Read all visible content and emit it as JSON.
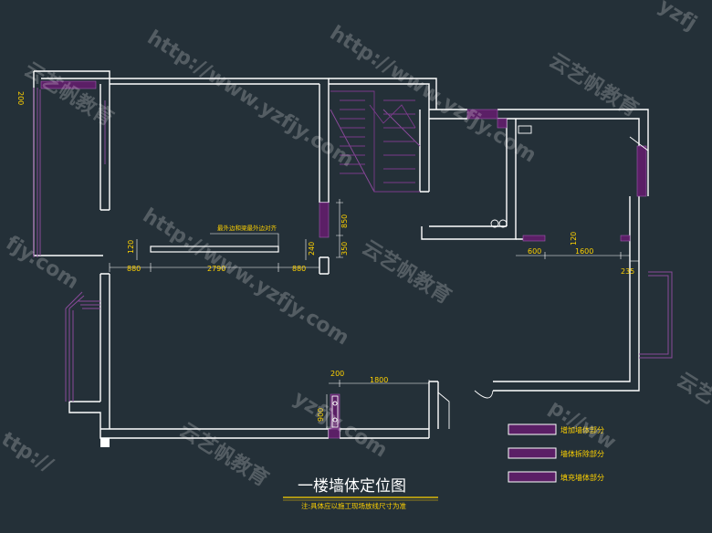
{
  "plan": {
    "title": "一楼墙体定位图",
    "note": "注:具体应以施工现场放线尺寸为准",
    "colors": {
      "background": "#243038",
      "wall": "#ffffff",
      "new_wall": "#5b1f66",
      "dim": "#ffd200"
    }
  },
  "annotations": {
    "beam_note": "最外边和梁最外边对齐",
    "top_left_dim": "200"
  },
  "dims": {
    "d880_left": "880",
    "d2790": "2790",
    "d880_right": "880",
    "d120_left": "120",
    "d240": "240",
    "d850": "850",
    "d350": "350",
    "d600": "600",
    "d120_right": "120",
    "d1600": "1600",
    "d235": "235",
    "d200": "200",
    "d1800": "1800",
    "d900": "900"
  },
  "legend": [
    {
      "label": "增加墙体部分"
    },
    {
      "label": "墙体拆除部分"
    },
    {
      "label": "填充墙体部分"
    }
  ],
  "watermark": {
    "url": "http://www.yzfjy.com",
    "brand": "云艺帆教育",
    "frag1": "yzfjy.com",
    "frag2": "fjy.com",
    "frag3": "yzfj",
    "frag4": "云艺",
    "frag5": "ttp://",
    "frag6": "p://ww"
  }
}
